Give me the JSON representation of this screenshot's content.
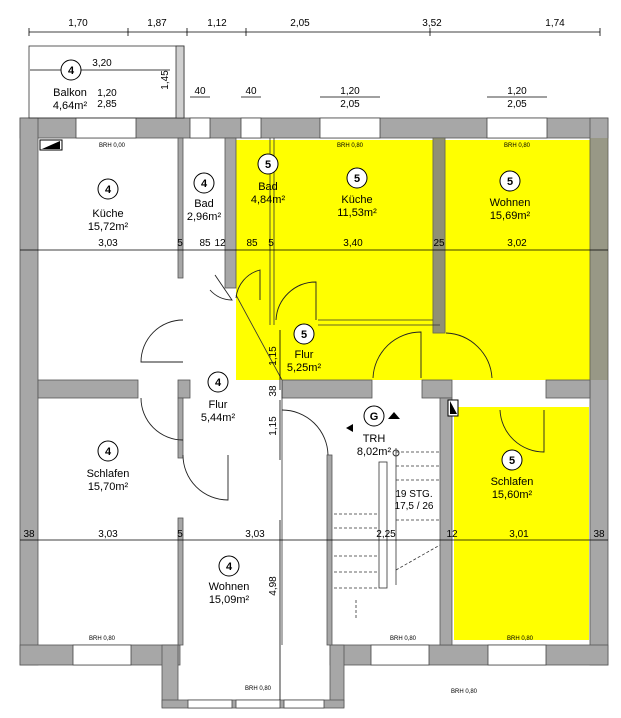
{
  "colors": {
    "highlight": "#ffff00",
    "wall": "#a7a7a7",
    "wall_dark": "#7d7d4b"
  },
  "top_dimensions": [
    "1,70",
    "1,87",
    "1,12",
    "2,05",
    "3,52",
    "1,74"
  ],
  "window_dims": {
    "balcony_top": "3,20",
    "balcony_win_a": "1,20",
    "balcony_win_b": "2,85",
    "balcony_side": "1,45",
    "bad_small_1": "40",
    "bad_small_2": "40",
    "kitchen5_a": "1,20",
    "kitchen5_b": "2,05",
    "living5_a": "1,20",
    "living5_b": "2,05"
  },
  "brh": {
    "kitchen4": "BRH 0,00",
    "kitchen5": "BRH 0,80",
    "living5": "BRH 0,80",
    "bed4": "BRH 0,80",
    "living4": "BRH 0,80",
    "trh": "BRH 0,80",
    "bed5": "BRH 0,80",
    "outside": "BRH 0,80"
  },
  "rooms": {
    "balkon": {
      "num": "4",
      "name": "Balkon",
      "area": "4,64m²"
    },
    "kueche4": {
      "num": "4",
      "name": "Küche",
      "area": "15,72m²"
    },
    "bad4": {
      "num": "4",
      "name": "Bad",
      "area": "2,96m²"
    },
    "bad5": {
      "num": "5",
      "name": "Bad",
      "area": "4,84m²"
    },
    "kueche5": {
      "num": "5",
      "name": "Küche",
      "area": "11,53m²"
    },
    "wohnen5": {
      "num": "5",
      "name": "Wohnen",
      "area": "15,69m²"
    },
    "flur5": {
      "num": "5",
      "name": "Flur",
      "area": "5,25m²"
    },
    "flur4": {
      "num": "4",
      "name": "Flur",
      "area": "5,44m²"
    },
    "trh": {
      "num": "G",
      "name": "TRH",
      "area": "8,02m²"
    },
    "schlafen4": {
      "num": "4",
      "name": "Schlafen",
      "area": "15,70m²"
    },
    "schlafen5": {
      "num": "5",
      "name": "Schlafen",
      "area": "15,60m²"
    },
    "wohnen4": {
      "num": "4",
      "name": "Wohnen",
      "area": "15,09m²"
    }
  },
  "upper_line": [
    "3,03",
    "5",
    "85",
    "12",
    "85",
    "5",
    "3,40",
    "25",
    "3,02"
  ],
  "lower_line": [
    "38",
    "3,03",
    "5",
    "3,03",
    "2,25",
    "12",
    "3,01",
    "38"
  ],
  "vertical": {
    "v1": "1,15",
    "v2": "38",
    "v3": "1,15",
    "v4": "4,98"
  },
  "stairs": {
    "line1": "19 STG.",
    "line2": "17,5 / 26"
  }
}
